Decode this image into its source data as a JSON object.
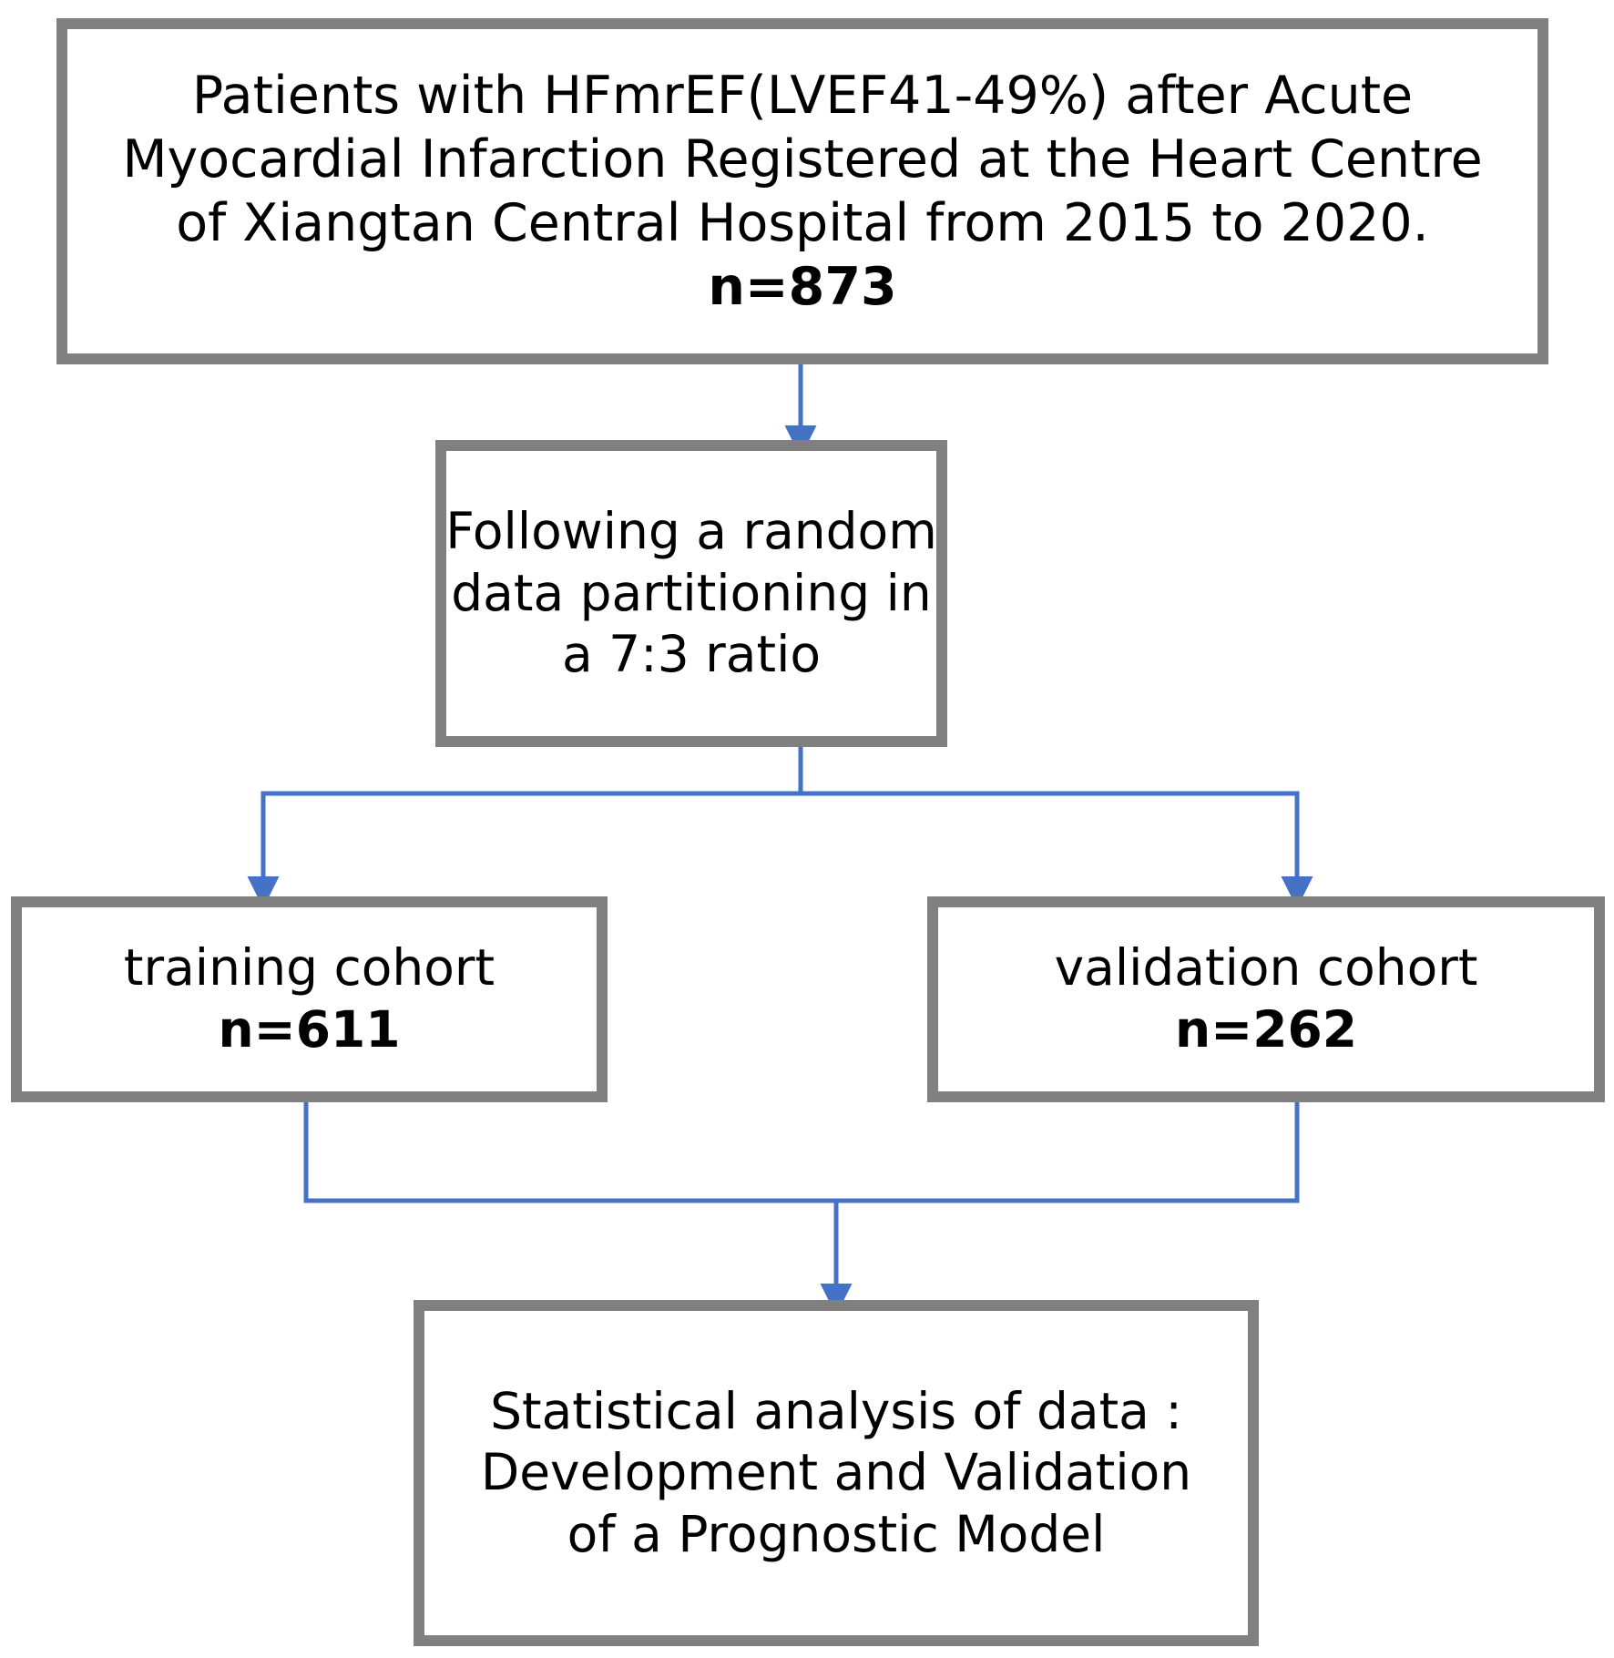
{
  "diagram": {
    "title": "Study flow diagram",
    "type": "flowchart",
    "colors": {
      "box_border": "#808080",
      "box_fill": "#ffffff",
      "connector": "#4472C4",
      "text": "#000000"
    },
    "nodes": [
      {
        "id": "cohort-source",
        "lines": [
          "Patients with HFmrEF(LVEF41-49%) after Acute",
          "Myocardial Infarction Registered at the Heart Centre",
          "of Xiangtan Central Hospital from 2015 to 2020.",
          "n=873"
        ],
        "bold_lines": [
          3
        ]
      },
      {
        "id": "partition",
        "lines": [
          "Following a random",
          "data partitioning in",
          "a 7:3 ratio"
        ],
        "bold_lines": []
      },
      {
        "id": "training",
        "lines": [
          "training cohort",
          "n=611"
        ],
        "bold_lines": [
          1
        ]
      },
      {
        "id": "validation",
        "lines": [
          "validation cohort",
          "n=262"
        ],
        "bold_lines": [
          1
        ]
      },
      {
        "id": "analysis",
        "lines": [
          "Statistical analysis of data :",
          "Development and Validation",
          "of a Prognostic Model"
        ],
        "bold_lines": []
      }
    ],
    "edges": [
      {
        "from": "cohort-source",
        "to": "partition",
        "style": "straight-down-arrow"
      },
      {
        "from": "partition",
        "to": "training",
        "style": "split-left-arrow"
      },
      {
        "from": "partition",
        "to": "validation",
        "style": "split-right-arrow"
      },
      {
        "from": "training",
        "to": "analysis",
        "style": "merge-down-arrow"
      },
      {
        "from": "validation",
        "to": "analysis",
        "style": "merge-down-arrow"
      }
    ]
  }
}
